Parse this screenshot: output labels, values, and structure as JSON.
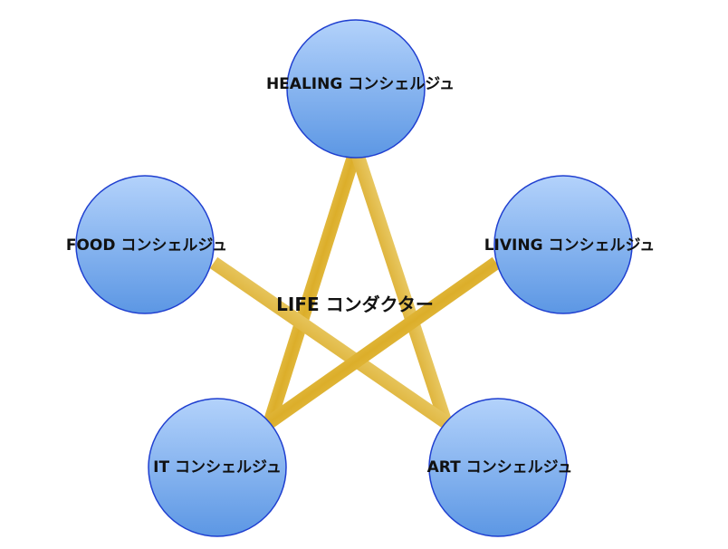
{
  "diagram": {
    "center": {
      "label": "LIFE コンダクター"
    },
    "nodes": [
      {
        "id": "healing",
        "label": "HEALING コンシェルジュ"
      },
      {
        "id": "living",
        "label": "LIVING コンシェルジュ"
      },
      {
        "id": "art",
        "label": "ART コンシェルジュ"
      },
      {
        "id": "it",
        "label": "IT コンシェルジュ"
      },
      {
        "id": "food",
        "label": "FOOD コンシェルジュ"
      }
    ],
    "colors": {
      "circle_fill_top": "#b3d2fb",
      "circle_fill_bottom": "#5c97e4",
      "circle_stroke": "#1f3fd0",
      "star_gold_light": "#f7e69a",
      "star_gold_mid": "#dcae2a",
      "star_gold_dark": "#a9780c"
    }
  }
}
